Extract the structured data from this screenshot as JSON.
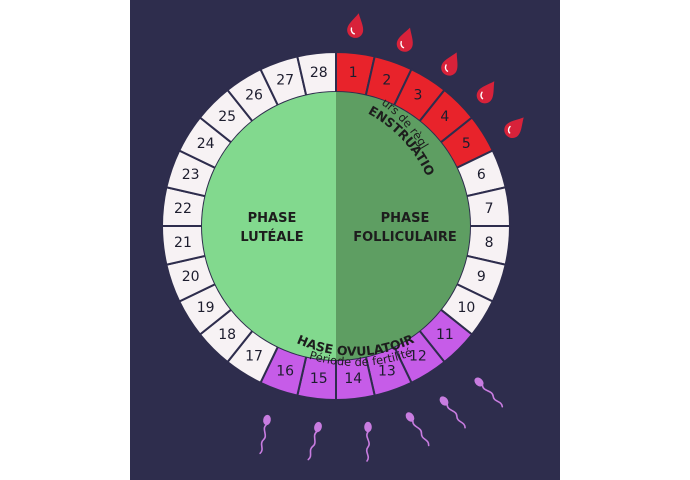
{
  "colors": {
    "background": "#2e2d4d",
    "menstruation": "#e8232b",
    "ovulation": "#c65ce8",
    "regular_day": "#f7f2f4",
    "luteal": "#82d98e",
    "follicular": "#5e9e62",
    "drop": "#d8223a",
    "sperm": "#c87ce0",
    "ring_divider": "#2e2d4d"
  },
  "days": [
    {
      "n": "1",
      "type": "menstruation"
    },
    {
      "n": "2",
      "type": "menstruation"
    },
    {
      "n": "3",
      "type": "menstruation"
    },
    {
      "n": "4",
      "type": "menstruation"
    },
    {
      "n": "5",
      "type": "menstruation"
    },
    {
      "n": "6",
      "type": "regular"
    },
    {
      "n": "7",
      "type": "regular"
    },
    {
      "n": "8",
      "type": "regular"
    },
    {
      "n": "9",
      "type": "regular"
    },
    {
      "n": "10",
      "type": "regular"
    },
    {
      "n": "11",
      "type": "ovulation"
    },
    {
      "n": "12",
      "type": "ovulation"
    },
    {
      "n": "13",
      "type": "ovulation"
    },
    {
      "n": "14",
      "type": "ovulation"
    },
    {
      "n": "15",
      "type": "ovulation"
    },
    {
      "n": "16",
      "type": "ovulation"
    },
    {
      "n": "17",
      "type": "regular"
    },
    {
      "n": "18",
      "type": "regular"
    },
    {
      "n": "19",
      "type": "regular"
    },
    {
      "n": "20",
      "type": "regular"
    },
    {
      "n": "21",
      "type": "regular"
    },
    {
      "n": "22",
      "type": "regular"
    },
    {
      "n": "23",
      "type": "regular"
    },
    {
      "n": "24",
      "type": "regular"
    },
    {
      "n": "25",
      "type": "regular"
    },
    {
      "n": "26",
      "type": "regular"
    },
    {
      "n": "27",
      "type": "regular"
    },
    {
      "n": "28",
      "type": "regular"
    }
  ],
  "phases": {
    "luteal": {
      "line1": "PHASE",
      "line2": "LUTÉALE"
    },
    "follicular": {
      "line1": "PHASE",
      "line2": "FOLLICULAIRE"
    }
  },
  "menstruation": {
    "subtitle": "Jours de règles",
    "title": "MENSTRUATIONS"
  },
  "ovulation": {
    "title": "PHASE OVULATOIRE",
    "subtitle": "Période de fertilité"
  },
  "icons": {
    "drop": "blood-drop-icon",
    "sperm": "sperm-icon"
  }
}
